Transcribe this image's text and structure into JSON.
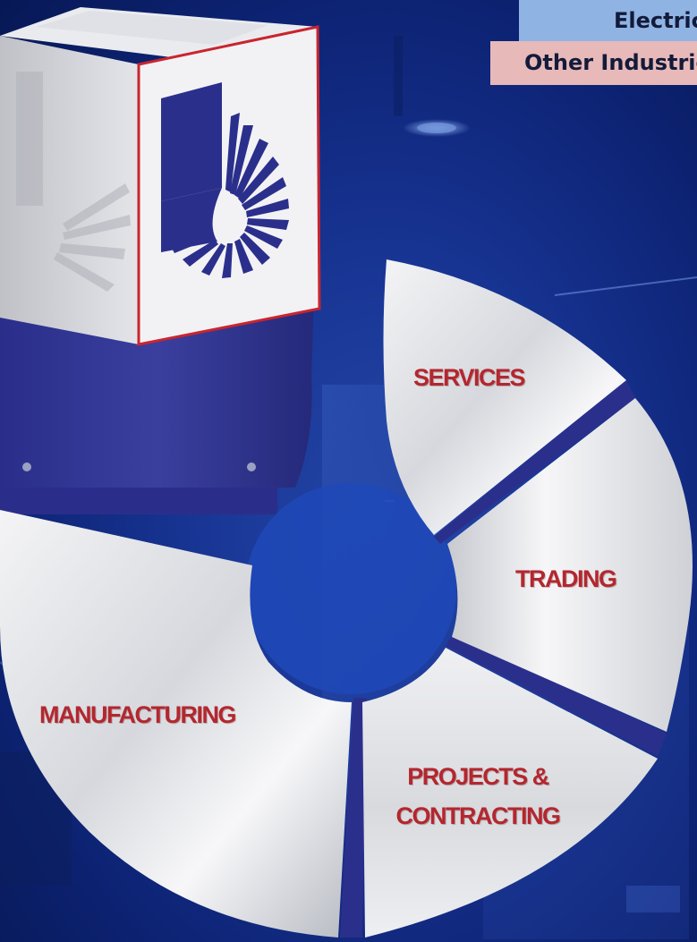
{
  "header_tabs": [
    {
      "label": "Electrical",
      "color": "#8fb4e3"
    },
    {
      "label": "Other Industries",
      "color": "#e7b9b9"
    }
  ],
  "segments": {
    "services": "SERVICES",
    "trading": "TRADING",
    "manufacturing": "MANUFACTURING",
    "projects_line1": "PROJECTS &",
    "projects_line2": "CONTRACTING"
  },
  "colors": {
    "background": "#1a3a9e",
    "segment_text": "#b3272f",
    "logo_blue": "#2b2f8c",
    "logo_border": "#c9252f"
  },
  "icons": [
    "company-logo-cube"
  ]
}
